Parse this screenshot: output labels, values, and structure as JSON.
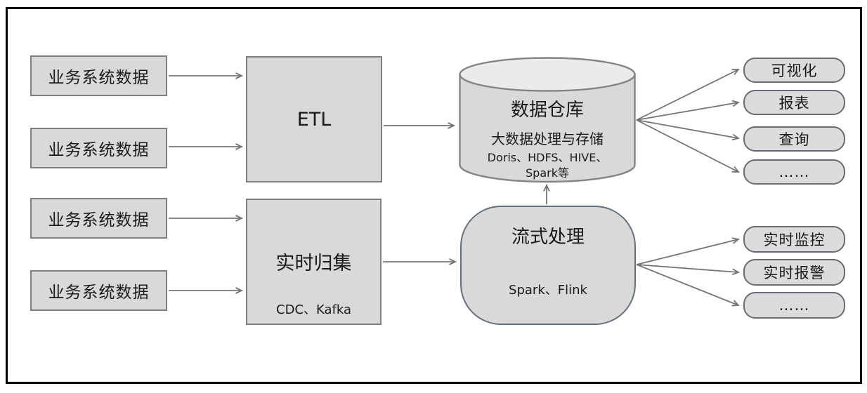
{
  "colors": {
    "node_fill": "#d9d9d9",
    "node_border": "#7f7f7f",
    "cylinder_top_fill": "#ebebeb",
    "cylinder_border": "#848484",
    "rounded_node_border": "#66707a",
    "pill_fill": "#dcdcdc",
    "pill_border": "#666c72",
    "arrow": "#757575",
    "frame_border": "#000000",
    "text": "#1a1a1a"
  },
  "nodes": {
    "sources": [
      {
        "label": "业务系统数据"
      },
      {
        "label": "业务系统数据"
      },
      {
        "label": "业务系统数据"
      },
      {
        "label": "业务系统数据"
      }
    ],
    "etl": {
      "title": "ETL"
    },
    "realtime_collect": {
      "title": "实时归集",
      "subtitle": "CDC、Kafka"
    },
    "warehouse": {
      "title": "数据仓库",
      "subtitle": "大数据处理与存储",
      "tech_line1": "Doris、HDFS、HIVE、",
      "tech_line2": "Spark等"
    },
    "stream": {
      "title": "流式处理",
      "subtitle": "Spark、Flink"
    },
    "warehouse_outputs": [
      {
        "label": "可视化"
      },
      {
        "label": "报表"
      },
      {
        "label": "查询"
      },
      {
        "label": "……"
      }
    ],
    "stream_outputs": [
      {
        "label": "实时监控"
      },
      {
        "label": "实时报警"
      },
      {
        "label": "……"
      }
    ]
  }
}
